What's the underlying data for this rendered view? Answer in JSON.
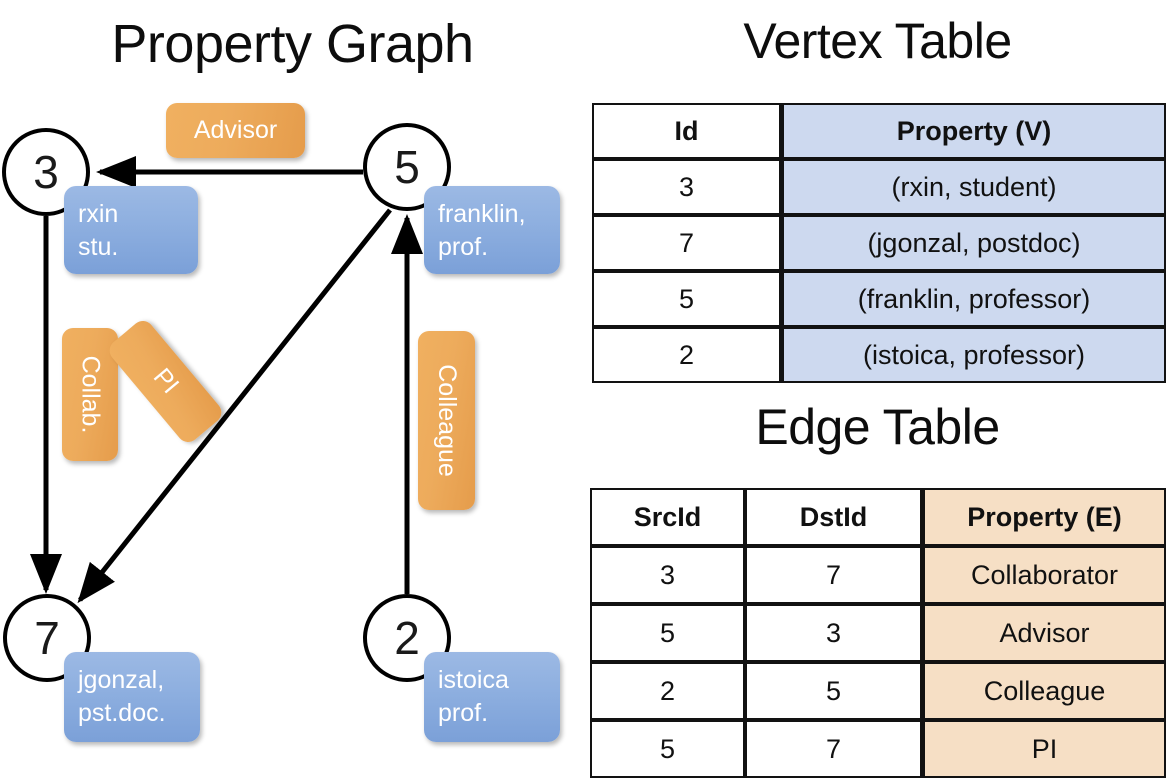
{
  "titles": {
    "property_graph": "Property Graph",
    "vertex_table": "Vertex Table",
    "edge_table": "Edge Table"
  },
  "colors": {
    "vertex_property_fill": "#cdd9ef",
    "edge_property_fill": "#f6dfc5",
    "badge_orange": "#edab5c",
    "node_box_blue": "#8fb0e0",
    "stroke": "#121212"
  },
  "graph": {
    "nodes": [
      {
        "id": "3",
        "label": "3",
        "property_lines": [
          "rxin",
          "stu."
        ]
      },
      {
        "id": "5",
        "label": "5",
        "property_lines": [
          "franklin,",
          "prof."
        ]
      },
      {
        "id": "7",
        "label": "7",
        "property_lines": [
          "jgonzal,",
          "pst.doc."
        ]
      },
      {
        "id": "2",
        "label": "2",
        "property_lines": [
          "istoica",
          "prof."
        ]
      }
    ],
    "edge_labels": [
      {
        "name": "advisor",
        "text": "Advisor"
      },
      {
        "name": "collab",
        "text": "Collab."
      },
      {
        "name": "pi",
        "text": "PI"
      },
      {
        "name": "colleague",
        "text": "Colleague"
      }
    ]
  },
  "vertex_table": {
    "headers": [
      "Id",
      "Property (V)"
    ],
    "rows": [
      {
        "id": "3",
        "property": "(rxin, student)"
      },
      {
        "id": "7",
        "property": "(jgonzal, postdoc)"
      },
      {
        "id": "5",
        "property": "(franklin, professor)"
      },
      {
        "id": "2",
        "property": "(istoica, professor)"
      }
    ]
  },
  "edge_table": {
    "headers": [
      "SrcId",
      "DstId",
      "Property (E)"
    ],
    "rows": [
      {
        "src": "3",
        "dst": "7",
        "property": "Collaborator"
      },
      {
        "src": "5",
        "dst": "3",
        "property": "Advisor"
      },
      {
        "src": "2",
        "dst": "5",
        "property": "Colleague"
      },
      {
        "src": "5",
        "dst": "7",
        "property": "PI"
      }
    ]
  },
  "chart_data": {
    "type": "diagram",
    "title": "Property Graph",
    "nodes": [
      {
        "id": 3,
        "name": "rxin",
        "role": "student"
      },
      {
        "id": 7,
        "name": "jgonzal",
        "role": "postdoc"
      },
      {
        "id": 5,
        "name": "franklin",
        "role": "professor"
      },
      {
        "id": 2,
        "name": "istoica",
        "role": "professor"
      }
    ],
    "edges": [
      {
        "src": 3,
        "dst": 7,
        "label": "Collaborator"
      },
      {
        "src": 5,
        "dst": 3,
        "label": "Advisor"
      },
      {
        "src": 2,
        "dst": 5,
        "label": "Colleague"
      },
      {
        "src": 5,
        "dst": 7,
        "label": "PI"
      }
    ]
  }
}
